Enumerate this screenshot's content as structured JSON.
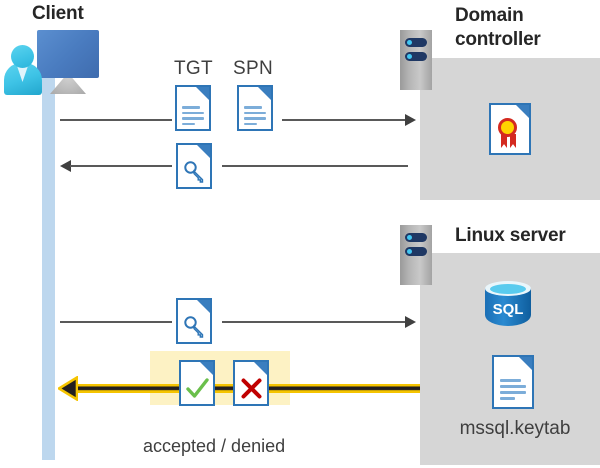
{
  "diagram": {
    "title_client": "Client",
    "title_domain_controller": "Domain\ncontroller",
    "title_domain_controller_line1": "Domain",
    "title_domain_controller_line2": "controller",
    "title_linux_server": "Linux server",
    "labels": {
      "tgt": "TGT",
      "spn": "SPN",
      "accepted_denied": "accepted / denied",
      "keytab_file": "mssql.keytab",
      "sql_db": "SQL"
    },
    "icons": {
      "client_workstation": "monitor-user-icon",
      "domain_controller_rack": "server-rack-icon",
      "linux_server_rack": "server-rack-icon",
      "certificate_document": "certificate-document-icon",
      "sql_database": "sql-database-icon",
      "keytab_document": "keytab-document-icon",
      "tgt_document": "text-document-icon",
      "spn_document": "text-document-icon",
      "ticket_document": "key-document-icon",
      "service_key_document": "key-document-icon",
      "accepted_document": "document-check-icon",
      "denied_document": "document-x-icon"
    },
    "flows": [
      {
        "name": "request-tgt-spn",
        "direction": "right",
        "style": "thin-gray"
      },
      {
        "name": "receive-service-ticket",
        "direction": "left",
        "style": "thin-gray"
      },
      {
        "name": "present-service-ticket",
        "direction": "right",
        "style": "thin-gray"
      },
      {
        "name": "auth-result",
        "direction": "left",
        "style": "gold-thick"
      }
    ],
    "colors": {
      "accent_blue": "#2e75b6",
      "document_fold": "#3a7ebf",
      "lifeline_blue": "#bdd7ee",
      "server_box_gray": "#d6d6d6",
      "rack_navy": "#1f3864",
      "rack_led": "#41c7f2",
      "highlight_yellow": "#fdf2c4",
      "gold_arrow": "#f5c400",
      "gold_arrow_core": "#231f20",
      "check_green": "#6abf4b",
      "x_red": "#c00000",
      "cert_seal_yellow": "#ffd400",
      "cert_ribbon_red": "#d42a20",
      "title_text": "#262626",
      "body_text": "#3f3f3f",
      "arrow_gray": "#595959"
    }
  }
}
